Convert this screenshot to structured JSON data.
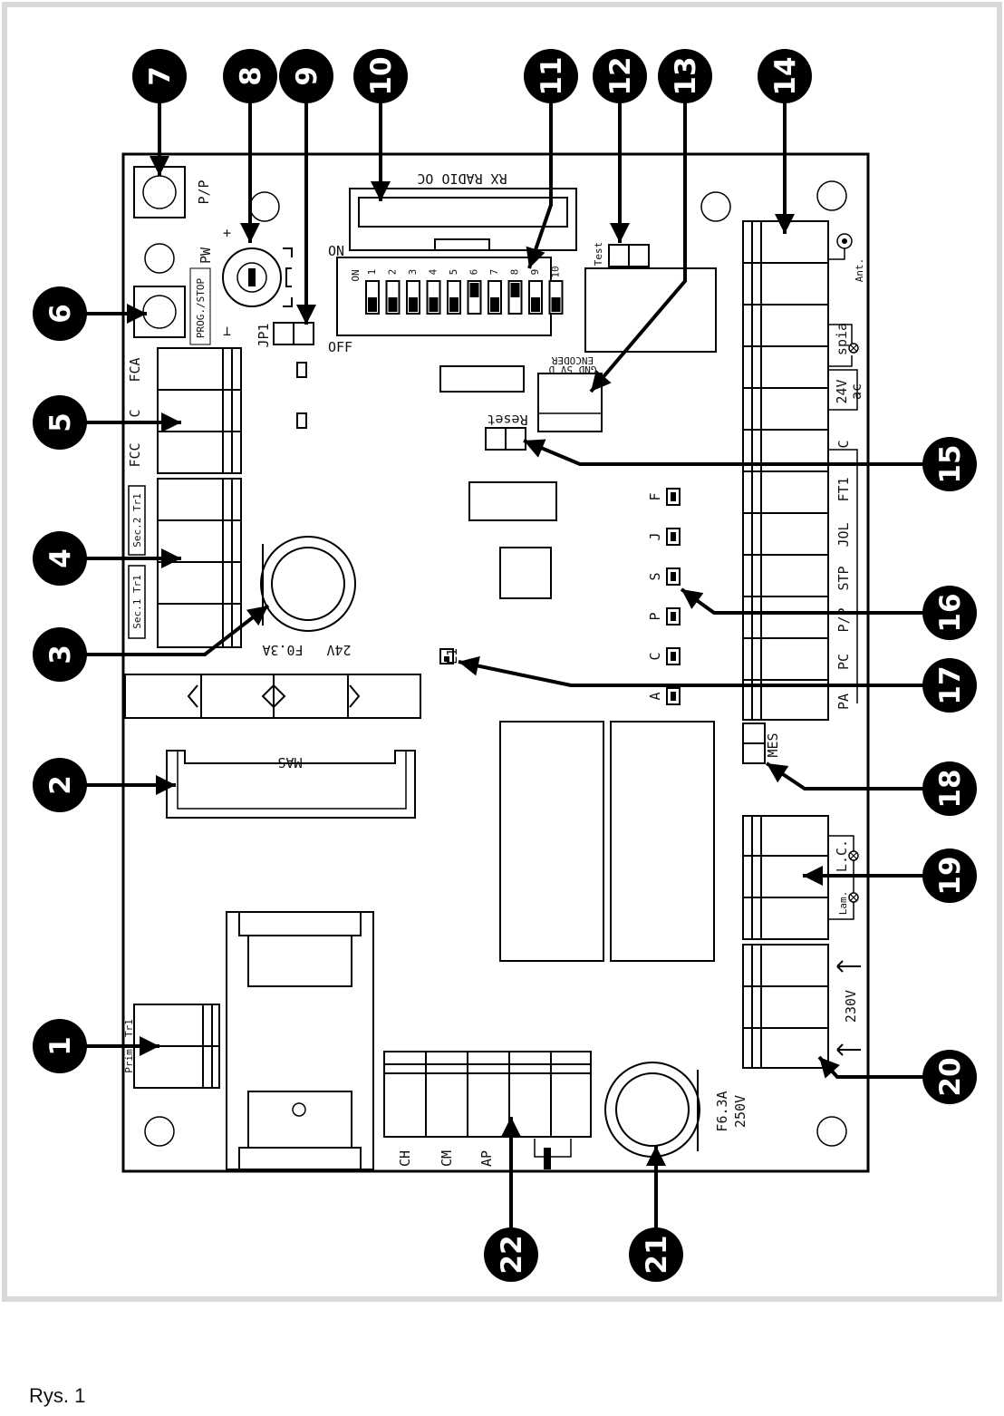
{
  "figure_caption": "Rys. 1",
  "board_labels": {
    "rx_radio": "RX RADIO OC",
    "pp": "P/P",
    "pw": "PW",
    "prog_stop": "PROG./STOP",
    "jp1": "JP1",
    "on": "ON",
    "off": "OFF",
    "dip_on": "ON",
    "dip_numbers": [
      "1",
      "2",
      "3",
      "4",
      "5",
      "6",
      "7",
      "8",
      "9",
      "10"
    ],
    "test": "Test",
    "encoder": "ENCODER",
    "encoder_pins": "GND 5V  D",
    "reset": "Reset",
    "fca": "FCA",
    "c_limit": "C",
    "fcc": "FCC",
    "sec2": "Sec.2 Tr1",
    "sec1": "Sec.1 Tr1",
    "fuse1_value": "F0.3A",
    "fuse1_voltage": "24V",
    "mas": "MAS",
    "prim": "Prim. Tr1",
    "ch": "CH",
    "cm": "CM",
    "ap": "AP",
    "fuse2_value": "F6.3A",
    "fuse2_voltage": "250V",
    "ant": "Ant.",
    "spia": "spia",
    "v24": "24V",
    "ac": "ac",
    "c_common": "C",
    "ft1": "FT1",
    "jol": "JOL",
    "stp": "STP",
    "pp_term": "P/P",
    "pc": "PC",
    "pa": "PA",
    "mes": "MES",
    "lam": "Lam.",
    "lc": "L.C.",
    "v230": "230V",
    "l1": "L1",
    "leds": [
      "F",
      "J",
      "S",
      "P",
      "C",
      "A"
    ]
  },
  "callouts": [
    "1",
    "2",
    "3",
    "4",
    "5",
    "6",
    "7",
    "8",
    "9",
    "10",
    "11",
    "12",
    "13",
    "14",
    "15",
    "16",
    "17",
    "18",
    "19",
    "20",
    "21",
    "22"
  ],
  "colors": {
    "ink": "#000000",
    "frame": "#d9d9d9",
    "callout_fill": "#000000",
    "callout_text": "#ffffff"
  }
}
